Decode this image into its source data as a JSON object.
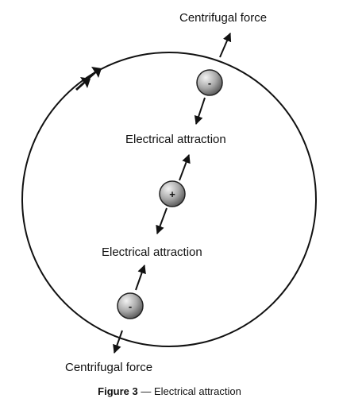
{
  "labels": {
    "centrifugal_top": "Centrifugal force",
    "attraction_top": "Electrical attraction",
    "attraction_bottom": "Electrical attraction",
    "centrifugal_bottom": "Centrifugal force"
  },
  "particles": {
    "electron_top_sign": "-",
    "nucleus_sign": "+",
    "electron_bottom_sign": "-"
  },
  "caption": {
    "label": "Figure 3",
    "separator": " — ",
    "text": "Electrical attraction"
  }
}
